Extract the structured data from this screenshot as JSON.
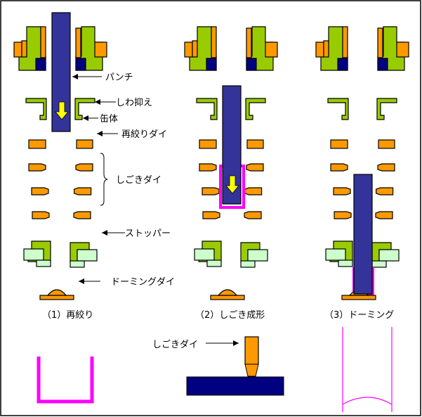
{
  "labels": {
    "punch": "パンチ",
    "blank_holder": "しわ抑え",
    "can_body": "缶体",
    "redraw_die": "再絞りダイ",
    "ironing_die": "しごきダイ",
    "stopper": "ストッパー",
    "doming_die": "ドーミングダイ",
    "ironing_die_detail": "しごきダイ"
  },
  "captions": {
    "stage1": "（1）再絞り",
    "stage2": "（2）しごき成形",
    "stage3": "（3）ドーミング"
  },
  "colors": {
    "punch": "#333399",
    "navy": "#000080",
    "green": "#99cc00",
    "light_green": "#ccffcc",
    "orange": "#ff9900",
    "magenta": "#ff00ff",
    "arrow_yellow": "#ffff00"
  }
}
